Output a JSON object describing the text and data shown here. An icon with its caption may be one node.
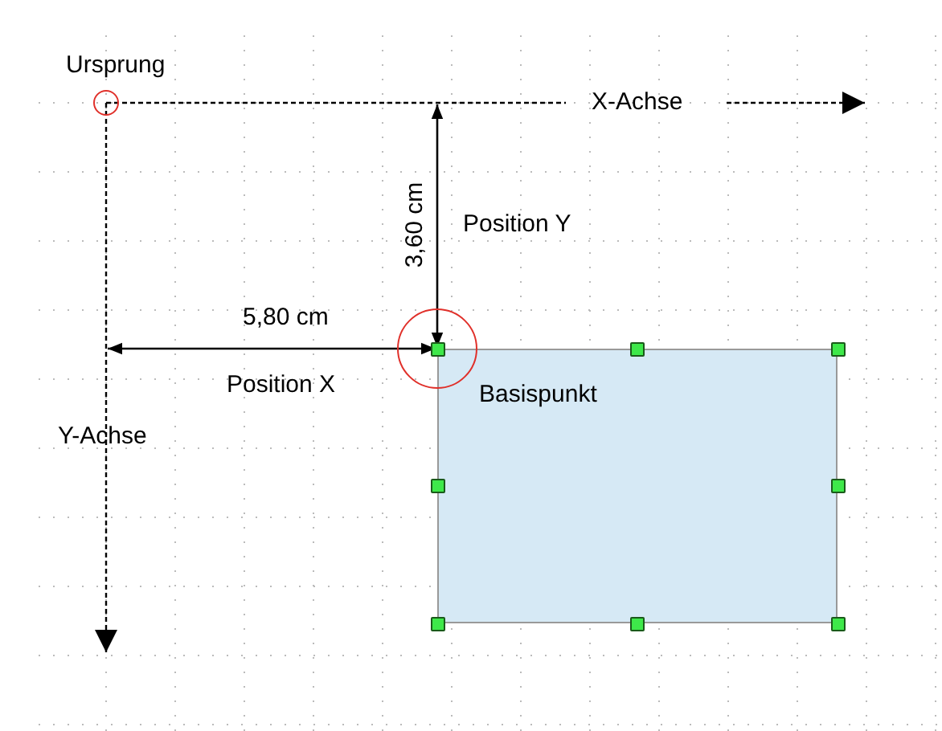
{
  "diagram": {
    "nodes": [
      {
        "text": [],
        "shape": "circle",
        "beside": [
          "Ursprung"
        ]
      },
      {
        "text": [],
        "shape": "circle",
        "beside": [
          "Basispunkt"
        ]
      },
      {
        "text": [],
        "shape": "box"
      }
    ],
    "labels": [
      "X-Achse",
      "3,60 cm",
      "Position Y",
      "5,80 cm",
      "Position X",
      "Y-Achse"
    ]
  }
}
